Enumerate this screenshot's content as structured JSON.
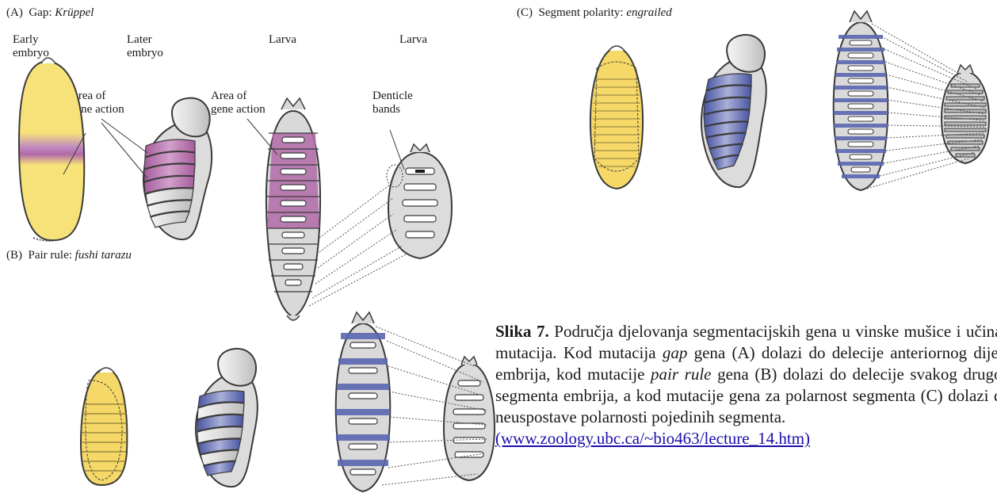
{
  "panelA": {
    "title_prefix": "(A)  Gap: ",
    "title_gene": "Krüppel",
    "stage1": "Early\nembryo",
    "stage2": "Later\nembryo",
    "stage3": "Larva",
    "stage4": "Larva",
    "area_label_1": "Area of\ngene action",
    "area_label_2": "Area of\ngene action",
    "denticle_label": "Denticle\nbands"
  },
  "panelB": {
    "title_prefix": "(B)  Pair rule: ",
    "title_gene": "fushi tarazu"
  },
  "panelC": {
    "title_prefix": "(C)  Segment polarity: ",
    "title_gene": "engrailed"
  },
  "caption": {
    "label": "Slika 7.",
    "t1": " Područja djelovanja segmentacijskih gena u vinske mušice i učinak mutacija. Kod mutacija ",
    "gap": "gap",
    "t2": " gena (A) dolazi do delecije anteriornog dijela embrija, kod mutacije ",
    "pair_rule": "pair rule",
    "t3": " gena (B) dolazi do delecije svakog drugog segmenta embrija, a kod mutacije gena za polarnost segmenta (C) dolazi do neuspostave polarnosti pojedinih segmenta.",
    "link": "(www.zoology.ubc.ca/~bio463/lecture_14.htm)"
  },
  "colors": {
    "yolk": "#f7e27a",
    "gap_purple": "#b06aa8",
    "stripe_blue": "#5a67b0",
    "larva_gray": "#d9d9d9",
    "outline": "#3a3a3a"
  }
}
